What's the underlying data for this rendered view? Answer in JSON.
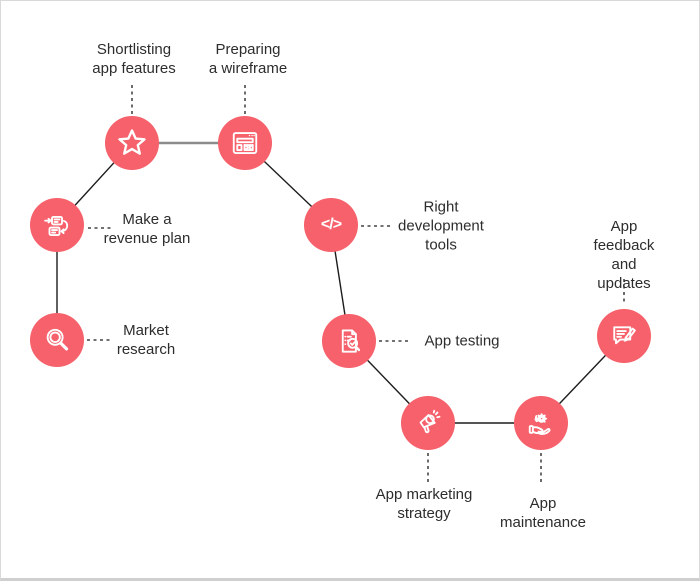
{
  "steps": [
    {
      "id": "market-research",
      "label": "Market\nresearch",
      "icon": "magnifier-icon"
    },
    {
      "id": "revenue-plan",
      "label": "Make a\nrevenue plan",
      "icon": "flowchart-icon"
    },
    {
      "id": "shortlisting-features",
      "label": "Shortlisting\napp features",
      "icon": "star-icon"
    },
    {
      "id": "preparing-wireframe",
      "label": "Preparing\na wireframe",
      "icon": "wireframe-icon"
    },
    {
      "id": "development-tools",
      "label": "Right\ndevelopment\ntools",
      "icon": "code-icon",
      "glyph": "</>"
    },
    {
      "id": "app-testing",
      "label": "App testing",
      "icon": "test-report-icon"
    },
    {
      "id": "marketing-strategy",
      "label": "App marketing\nstrategy",
      "icon": "megaphone-icon"
    },
    {
      "id": "app-maintenance",
      "label": "App\nmaintenance",
      "icon": "hand-gear-icon"
    },
    {
      "id": "app-feedback",
      "label": "App feedback\nand updates",
      "icon": "chat-pencil-icon"
    }
  ],
  "colors": {
    "node-red": "#f6616b",
    "icon-white": "#ffffff",
    "line-dark": "#1c1c1c",
    "line-gray": "#8c8c8c",
    "text-dark": "#2d2d2d",
    "canvas-bg": "#ffffff",
    "canvas-border": "#d9d9d9",
    "canvas-border-bottom": "#cfcfcf"
  }
}
